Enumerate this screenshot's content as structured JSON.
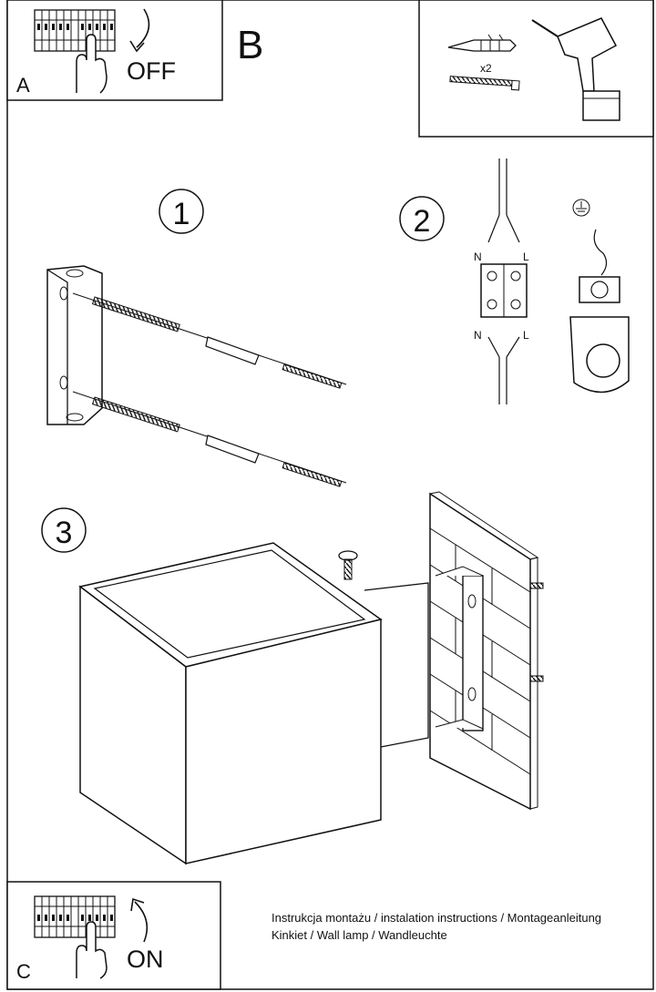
{
  "panel_a": {
    "letter": "A",
    "action": "OFF"
  },
  "panel_b": {
    "letter": "B",
    "quantity": "x2"
  },
  "panel_c": {
    "letter": "C",
    "action": "ON"
  },
  "steps": {
    "one": "1",
    "two": "2",
    "three": "3"
  },
  "wiring": {
    "neutral": "N",
    "live": "L"
  },
  "footer": {
    "line1": "Instrukcja montażu / instalation instructions / Montageanleitung",
    "line2": "Kinkiet / Wall lamp / Wandleuchte"
  }
}
